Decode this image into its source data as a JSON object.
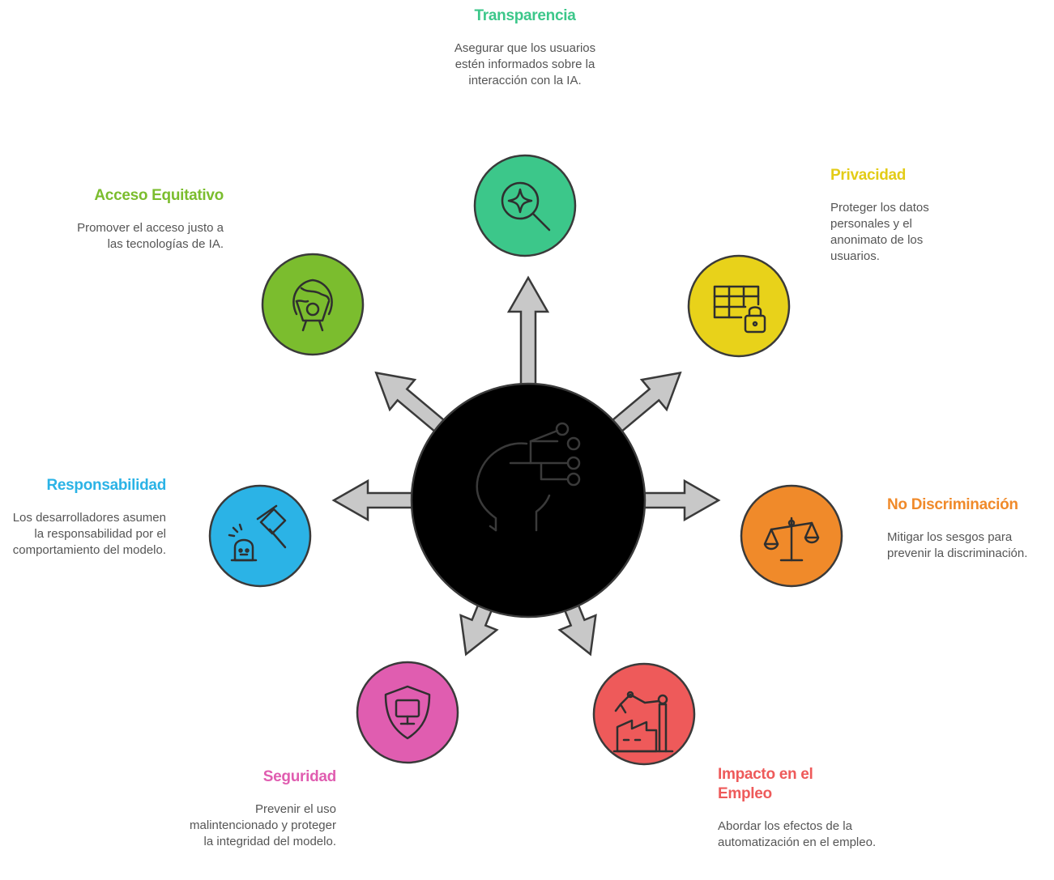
{
  "colors": {
    "hub": "#c8c8c8",
    "outline": "#3a3a3a",
    "transparencia": "#3cc78a",
    "privacidad": "#e8d21a",
    "no_discriminacion": "#f08a2a",
    "impacto": "#ee5a5a",
    "seguridad": "#e05db0",
    "responsabilidad": "#2bb3e6",
    "acceso": "#7bbd2e"
  },
  "nodes": {
    "transparencia": {
      "title": "Transparencia",
      "description": "Asegurar que los usuarios estén informados sobre la interacción con la IA.",
      "icon": "sparkle-search-icon"
    },
    "privacidad": {
      "title": "Privacidad",
      "description": "Proteger los datos personales y el anonimato de los usuarios.",
      "icon": "table-lock-icon"
    },
    "no_discriminacion": {
      "title": "No Discriminación",
      "description": "Mitigar los sesgos para prevenir la discriminación.",
      "icon": "scales-icon"
    },
    "impacto": {
      "title": "Impacto en el Empleo",
      "description": "Abordar los efectos de la automatización en el empleo.",
      "icon": "factory-robot-arm-icon"
    },
    "seguridad": {
      "title": "Seguridad",
      "description": "Prevenir el uso malintencionado y proteger la integridad del modelo.",
      "icon": "shield-monitor-icon"
    },
    "responsabilidad": {
      "title": "Responsabilidad",
      "description": "Los desarrolladores asumen la responsabilidad por el comportamiento del modelo.",
      "icon": "gavel-icon"
    },
    "acceso": {
      "title": "Acceso Equitativo",
      "description": "Promover el acceso justo a las tecnologías de IA.",
      "icon": "globe-person-icon"
    }
  },
  "hub": {
    "icon": "ai-head-icon"
  }
}
